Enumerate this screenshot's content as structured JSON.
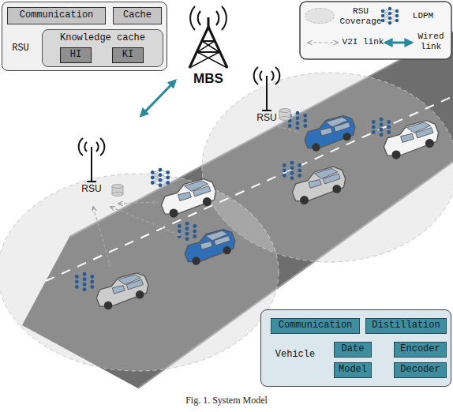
{
  "diagram": {
    "caption": "Fig. 1. System Model",
    "nodes": [
      {
        "text": [
          "RSU"
        ]
      },
      {
        "text": [
          "Communication"
        ],
        "in": 0
      },
      {
        "text": [
          "Cache"
        ],
        "in": 0
      },
      {
        "text": [
          "Knowledge cache"
        ],
        "in": 0
      },
      {
        "text": [
          "HI"
        ],
        "in": 3
      },
      {
        "text": [
          "KI"
        ],
        "in": 3
      },
      {
        "text": [
          "MBS"
        ]
      },
      {
        "text": [
          "RSU"
        ]
      },
      {
        "text": [
          "RSU"
        ]
      },
      {
        "text": [
          "Vehicle"
        ]
      },
      {
        "text": [
          "Communication"
        ],
        "in": 9
      },
      {
        "text": [
          "Distillation"
        ],
        "in": 9
      },
      {
        "text": [
          "Date"
        ],
        "in": 9
      },
      {
        "text": [
          "Model"
        ],
        "in": 9
      },
      {
        "text": [
          "Encoder"
        ],
        "in": 9
      },
      {
        "text": [
          "Decoder"
        ],
        "in": 9
      }
    ],
    "edges": [
      {
        "from": 8,
        "to": 6,
        "arrow": "both"
      }
    ],
    "legend": [
      {
        "text": "RSU Coverage",
        "color": "#e3e3e3"
      },
      {
        "text": "LDPM"
      },
      {
        "text": "V2I link"
      },
      {
        "text": "Wired link"
      }
    ]
  }
}
